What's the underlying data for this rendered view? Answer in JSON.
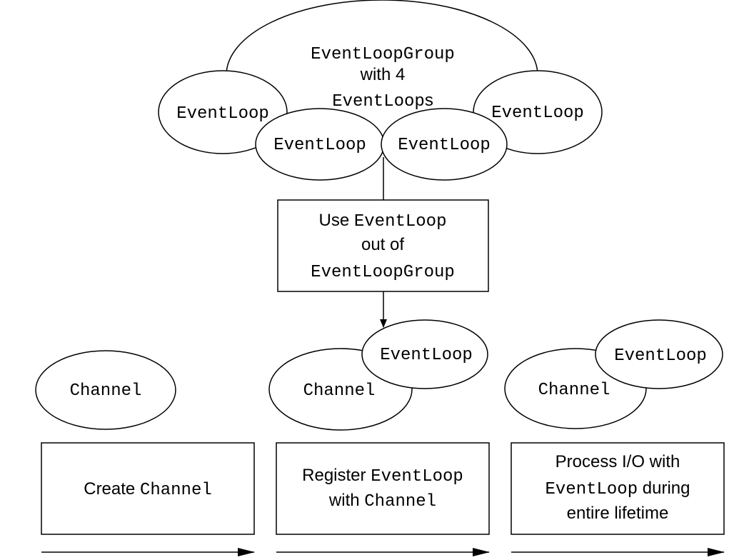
{
  "group": {
    "name": "EventLoopGroup",
    "with_text": "with 4",
    "loops_code": "EventLoop",
    "loops_suffix": "s"
  },
  "loop_label": "EventLoop",
  "use_box": {
    "use": "Use ",
    "code": "EventLoop",
    "out_of": "out of",
    "group_code": "EventLoopGroup"
  },
  "channel_label": "Channel",
  "steps": {
    "create": {
      "text": "Create ",
      "code": "Channel"
    },
    "register": {
      "text": "Register ",
      "code": "EventLoop",
      "with": "with ",
      "code2": "Channel"
    },
    "process": {
      "line1": "Process I/O with",
      "code": "EventLoop",
      "during": " during",
      "line3": "entire lifetime"
    }
  }
}
